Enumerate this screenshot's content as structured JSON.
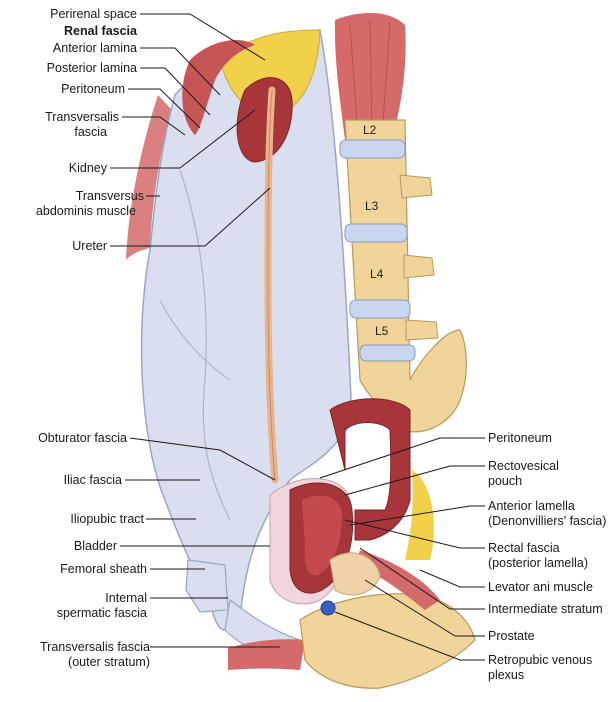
{
  "figure": {
    "left_labels": [
      {
        "id": "perirenal-space",
        "text": "Perirenal space"
      },
      {
        "id": "renal-fascia",
        "text": "Renal fascia"
      },
      {
        "id": "anterior-lamina",
        "text": "Anterior lamina"
      },
      {
        "id": "posterior-lamina",
        "text": "Posterior lamina"
      },
      {
        "id": "peritoneum-upper",
        "text": "Peritoneum"
      },
      {
        "id": "transversalis-fascia-l1",
        "text": "Transversalis"
      },
      {
        "id": "transversalis-fascia-l2",
        "text": "fascia"
      },
      {
        "id": "kidney",
        "text": "Kidney"
      },
      {
        "id": "transversus-l1",
        "text": "Transversus"
      },
      {
        "id": "transversus-l2",
        "text": "abdominis muscle"
      },
      {
        "id": "ureter",
        "text": "Ureter"
      },
      {
        "id": "obturator-fascia",
        "text": "Obturator fascia"
      },
      {
        "id": "iliac-fascia",
        "text": "Iliac fascia"
      },
      {
        "id": "iliopubic-tract",
        "text": "Iliopubic tract"
      },
      {
        "id": "bladder",
        "text": "Bladder"
      },
      {
        "id": "femoral-sheath",
        "text": "Femoral sheath"
      },
      {
        "id": "internal-spermatic-l1",
        "text": "Internal"
      },
      {
        "id": "internal-spermatic-l2",
        "text": "spermatic fascia"
      },
      {
        "id": "transversalis-outer-l1",
        "text": "Transversalis fascia"
      },
      {
        "id": "transversalis-outer-l2",
        "text": "(outer stratum)"
      }
    ],
    "right_labels": [
      {
        "id": "peritoneum-lower",
        "text": "Peritoneum"
      },
      {
        "id": "rectovesical-l1",
        "text": "Rectovesical"
      },
      {
        "id": "rectovesical-l2",
        "text": "pouch"
      },
      {
        "id": "anterior-lamella-l1",
        "text": "Anterior lamella"
      },
      {
        "id": "anterior-lamella-l2",
        "text": "(Denonvilliers' fascia)"
      },
      {
        "id": "rectal-fascia-l1",
        "text": "Rectal fascia"
      },
      {
        "id": "rectal-fascia-l2",
        "text": "(posterior lamella)"
      },
      {
        "id": "levator-ani",
        "text": "Levator ani muscle"
      },
      {
        "id": "intermediate-stratum",
        "text": "Intermediate stratum"
      },
      {
        "id": "prostate",
        "text": "Prostate"
      },
      {
        "id": "retropubic-l1",
        "text": "Retropubic venous"
      },
      {
        "id": "retropubic-l2",
        "text": "plexus"
      }
    ],
    "vertebrae": [
      "L2",
      "L3",
      "L4",
      "L5"
    ],
    "colors": {
      "fascia": "#d9dfee",
      "fascia_edge": "#9aa6c4",
      "muscle": "#d46a6a",
      "organ": "#a8353a",
      "fat": "#f1d04a",
      "bone": "#f0d49a",
      "disc": "#c9d6ef",
      "ureter": "#e9b48c",
      "leader": "#1a1a1a"
    }
  }
}
